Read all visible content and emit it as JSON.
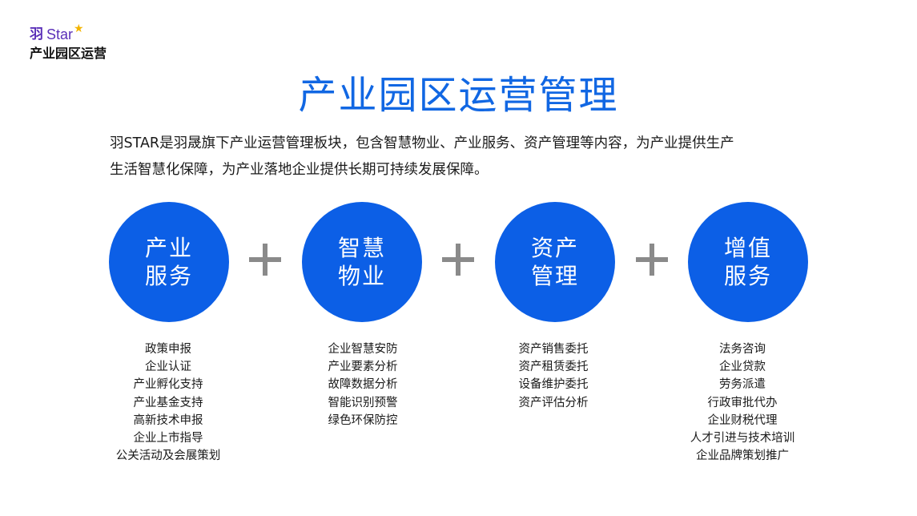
{
  "logo": {
    "mark": "羽",
    "name": "Star",
    "star": "★",
    "subtitle": "产业园区运营"
  },
  "title": "产业园区运营管理",
  "intro_lines": [
    "羽STAR是羽晟旗下产业运营管理板块，包含智慧物业、产业服务、资产管理等内容，为产业提供生产",
    "生活智慧化保障，为产业落地企业提供长期可持续发展保障。"
  ],
  "pillars": [
    {
      "line1": "产业",
      "line2": "服务",
      "items": [
        "政策申报",
        "企业认证",
        "产业孵化支持",
        "产业基金支持",
        "高新技术申报",
        "企业上市指导",
        "公关活动及会展策划"
      ]
    },
    {
      "line1": "智慧",
      "line2": "物业",
      "items": [
        "企业智慧安防",
        "产业要素分析",
        "故障数据分析",
        "智能识别预警",
        "绿色环保防控"
      ]
    },
    {
      "line1": "资产",
      "line2": "管理",
      "items": [
        "资产销售委托",
        "资产租赁委托",
        "设备维护委托",
        "资产评估分析"
      ]
    },
    {
      "line1": "增值",
      "line2": "服务",
      "items": [
        "法务咨询",
        "企业贷款",
        "劳务派遣",
        "行政审批代办",
        "企业财税代理",
        "人才引进与技术培训",
        "企业品牌策划推广"
      ]
    }
  ],
  "colors": {
    "accent": "#1167e3",
    "circle": "#0c5fe6",
    "plus": "#8a8a8a",
    "logo": "#5a2fb8",
    "star": "#f3b400"
  }
}
